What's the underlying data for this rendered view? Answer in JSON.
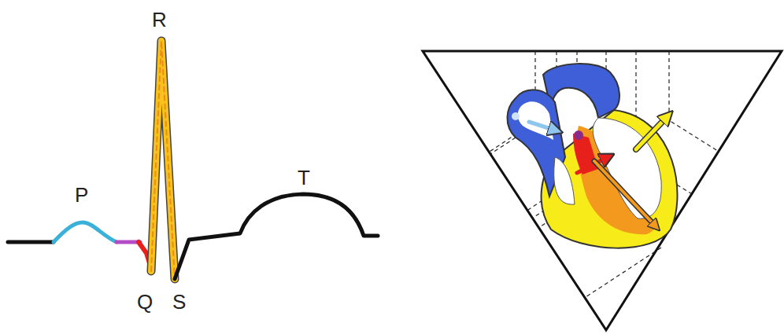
{
  "diagram": {
    "labels": [
      "R",
      "P",
      "T",
      "Q",
      "S"
    ]
  }
}
